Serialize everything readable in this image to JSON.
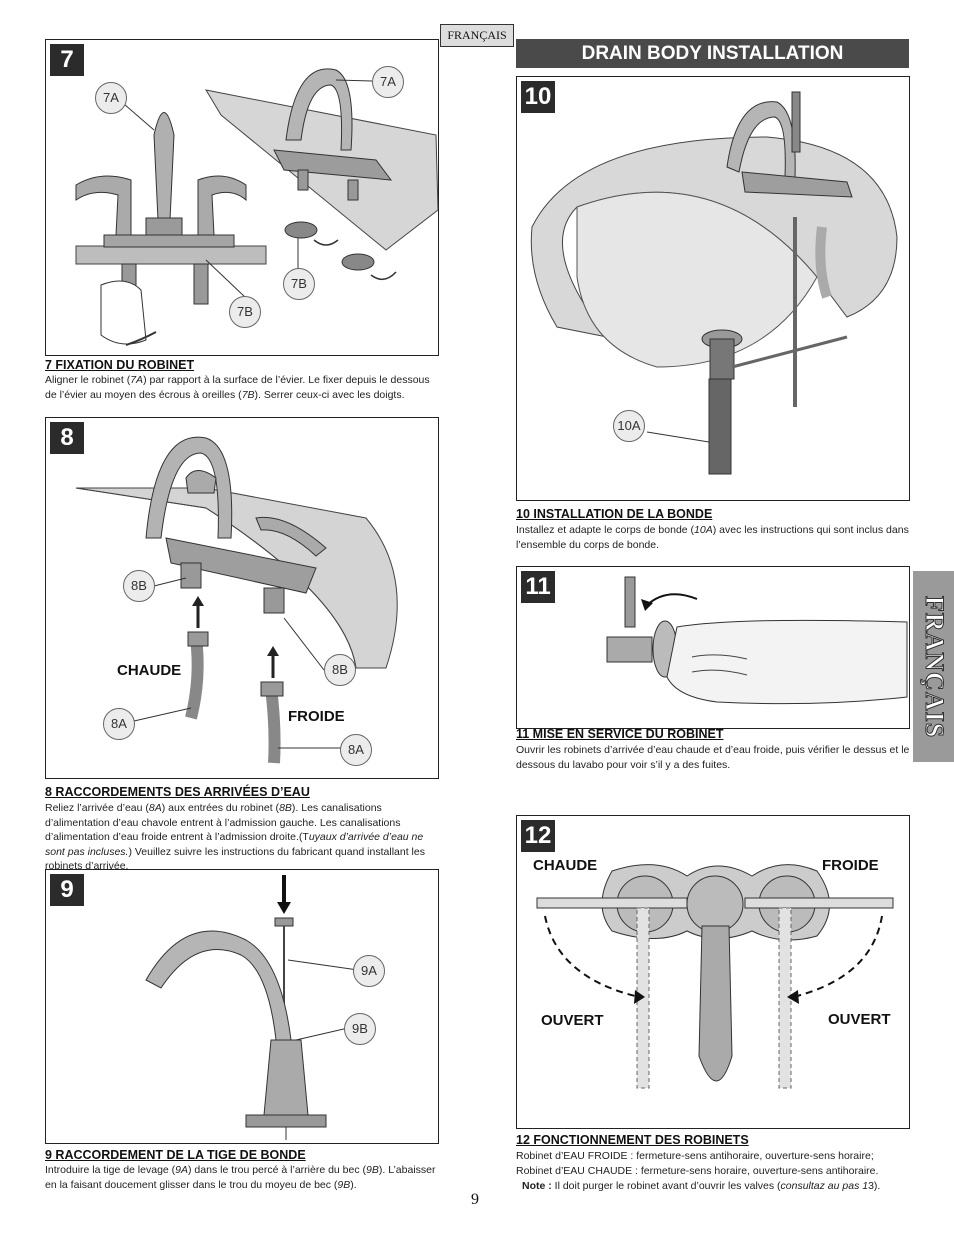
{
  "language_tag": "FRANÇAIS",
  "section_header": "DRAIN BODY INSTALLATION",
  "side_tab": "FRANÇAIS",
  "page_number": "9",
  "steps": {
    "s7": {
      "number": "7",
      "callouts": [
        "7A",
        "7A",
        "7B",
        "7B"
      ],
      "title": "7  FIXATION DU ROBINET",
      "body_1": "Aligner le robinet (",
      "body_ref_1": "7A",
      "body_2": ") par rapport à la surface de l’évier. Le fixer depuis le dessous de l’évier au moyen des écrous à oreilles (",
      "body_ref_2": "7B",
      "body_3": "). Serrer ceux-ci avec les doigts."
    },
    "s8": {
      "number": "8",
      "callouts": [
        "8B",
        "8B",
        "8A",
        "8A"
      ],
      "label_hot": "CHAUDE",
      "label_cold": "FROIDE",
      "title": "8  RACCORDEMENTS DES ARRIVÉES D’EAU",
      "body_1": "Reliez l’arrivée d’eau (",
      "body_ref_1": "8A",
      "body_2": ") aux entrées du robinet (",
      "body_ref_2": "8B",
      "body_3": "). Les canalisations d’alimentation d’eau chavole entrent à l’admission gauche. Les canalisations d’alimentation d’eau froide entrent à l’admission droite.(T",
      "body_ref_3": "uyaux d’arrivée d’eau ne sont pas incluses.",
      "body_4": ") Veuillez suivre les instructions du fabricant quand installant les robinets d’arrivée."
    },
    "s9": {
      "number": "9",
      "callouts": [
        "9A",
        "9B"
      ],
      "title": "9  RACCORDEMENT DE LA TIGE DE BONDE",
      "body_1": "Introduire la tige de levage (",
      "body_ref_1": "9A",
      "body_2": ") dans le trou percé à l’arrière du bec (",
      "body_ref_2": "9B",
      "body_3": "). L’abaisser en la faisant doucement glisser dans le trou du moyeu de bec (",
      "body_ref_3": "9B",
      "body_4": ")."
    },
    "s10": {
      "number": "10",
      "callouts": [
        "10A"
      ],
      "title": "10  INSTALLATION DE LA BONDE",
      "body_1": "Installez et adapte le corps de bonde (",
      "body_ref_1": "10A",
      "body_2": ") avec les instructions qui sont inclus dans l’ensemble du corps de bonde."
    },
    "s11": {
      "number": "11",
      "title": "11  MISE EN SERVICE DU ROBINET",
      "body_1": "Ouvrir les robinets d’arrivée d’eau chaude et d’eau froide, puis vérifier le dessus et le dessous du lavabo pour voir s’il y a des fuites."
    },
    "s12": {
      "number": "12",
      "label_hot": "CHAUDE",
      "label_cold": "FROIDE",
      "label_open_left": "OUVERT",
      "label_open_right": "OUVERT",
      "title": "12  FONCTIONNEMENT DES ROBINETS",
      "body_1": "Robinet d’EAU FROIDE : fermeture-sens antihoraire, ouverture-sens horaire; Robinet d’EAU CHAUDE : fermeture-sens horaire, ouverture-sens antihoraire.",
      "note_label": "Note :",
      "note_1": " Il doit purger le robinet avant d’ouvrir les valves (",
      "note_ref": "consultaz au pas 1",
      "note_2": "3)."
    }
  },
  "colors": {
    "header_bg": "#4a4a4a",
    "side_tab_bg": "#9a9a9a",
    "illustration_fill": "#b9b9b9"
  }
}
